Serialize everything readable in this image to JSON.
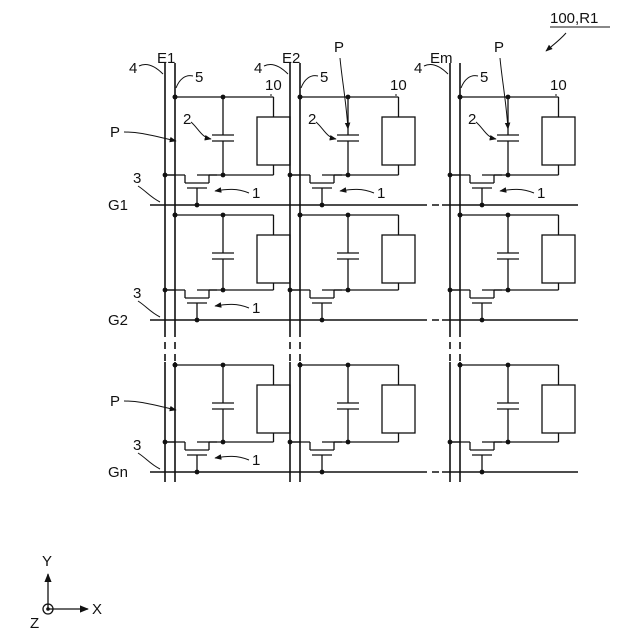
{
  "figure_id": "100,R1",
  "data_lines": [
    {
      "name": "E1",
      "column": 0
    },
    {
      "name": "E2",
      "column": 1
    },
    {
      "name": "Em",
      "column": 2
    }
  ],
  "gate_lines": [
    {
      "name": "G1",
      "row": 0
    },
    {
      "name": "G2",
      "row": 1
    },
    {
      "name": "Gn",
      "row": 2
    }
  ],
  "refs": {
    "transistor": "1",
    "capacitor": "2",
    "gate_line": "3",
    "data_line": "4",
    "common_line": "5",
    "element": "10",
    "pixel": "P"
  },
  "axes": {
    "y": "Y",
    "x": "X",
    "z": "Z"
  }
}
